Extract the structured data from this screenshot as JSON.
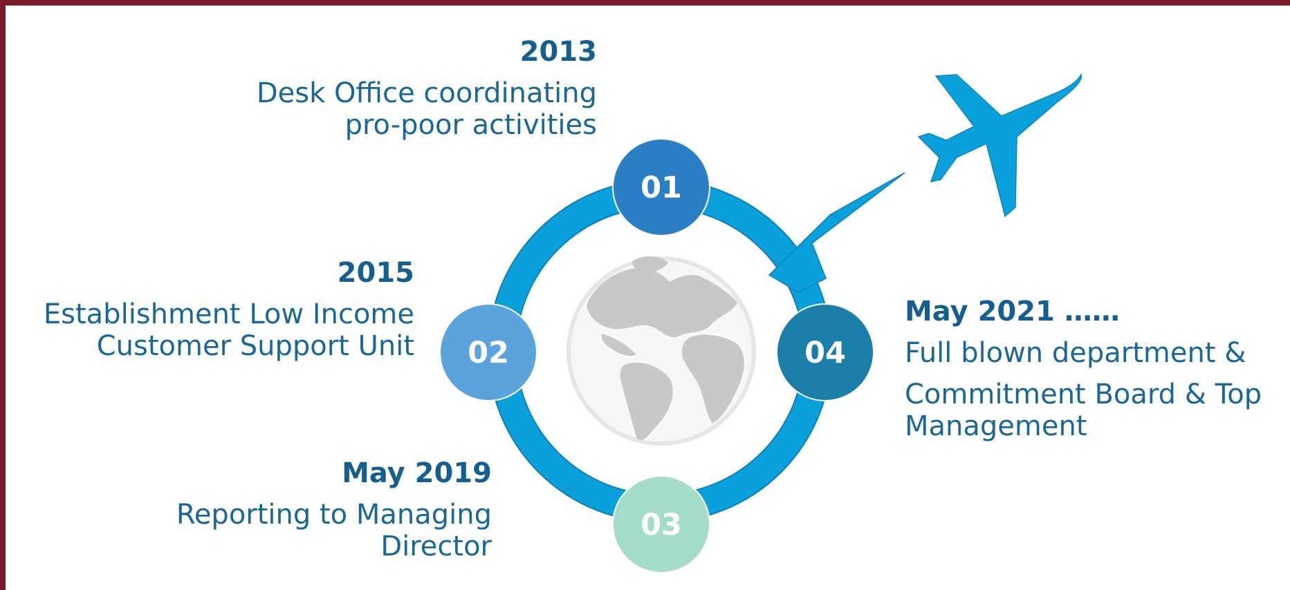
{
  "colors": {
    "frame": "#7a1c2b",
    "ring": "#0aa0dc",
    "ring_stroke": "#0a7fb8",
    "node_01": "#2a7fc4",
    "node_02": "#5aa3dd",
    "node_03": "#a3dcc8",
    "node_04": "#1a7ea8",
    "airplane": "#0aa0dc",
    "globe_land": "#c8c8c8",
    "year_text": "#155f8e",
    "desc_text": "#1a6796"
  },
  "center_icon": "globe-icon",
  "airplane_icon": "airplane-icon",
  "milestones": [
    {
      "number": "01",
      "year": "2013",
      "lines": [
        "Desk Office coordinating",
        "pro-poor activities"
      ]
    },
    {
      "number": "02",
      "year": "2015",
      "lines": [
        "Establishment Low Income",
        "Customer Support Unit"
      ]
    },
    {
      "number": "03",
      "year": "May 2019",
      "lines": [
        "Reporting to Managing",
        "Director"
      ]
    },
    {
      "number": "04",
      "year": "May 2021 ……",
      "lines": [
        "Full blown department &",
        "Commitment Board & Top",
        "Management"
      ]
    }
  ]
}
